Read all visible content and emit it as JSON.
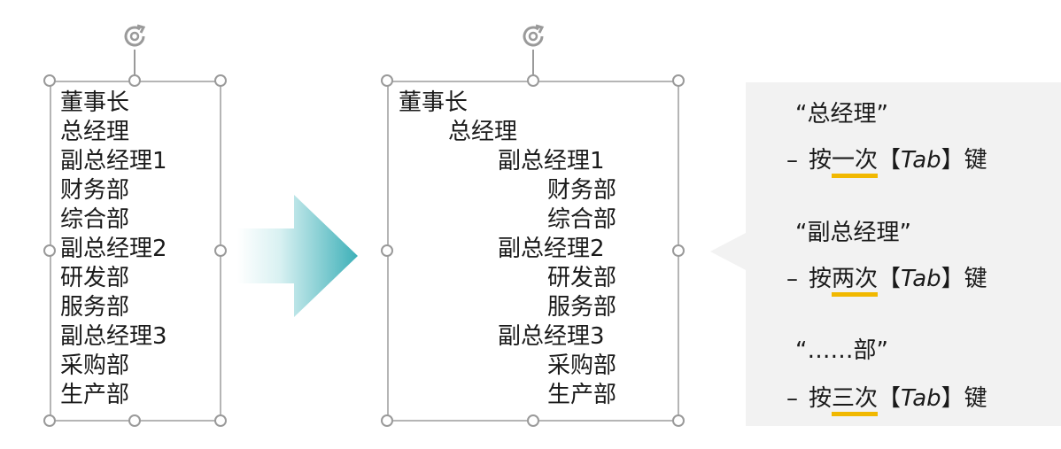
{
  "left_list": {
    "items": [
      "董事长",
      "总经理",
      "副总经理1",
      "财务部",
      "综合部",
      "副总经理2",
      "研发部",
      "服务部",
      "副总经理3",
      "采购部",
      "生产部"
    ]
  },
  "right_list": {
    "items": [
      {
        "text": "董事长",
        "level": 0
      },
      {
        "text": "总经理",
        "level": 1
      },
      {
        "text": "副总经理1",
        "level": 2
      },
      {
        "text": "财务部",
        "level": 3
      },
      {
        "text": "综合部",
        "level": 3
      },
      {
        "text": "副总经理2",
        "level": 2
      },
      {
        "text": "研发部",
        "level": 3
      },
      {
        "text": "服务部",
        "level": 3
      },
      {
        "text": "副总经理3",
        "level": 2
      },
      {
        "text": "采购部",
        "level": 3
      },
      {
        "text": "生产部",
        "level": 3
      }
    ]
  },
  "callout": {
    "rules": [
      {
        "quote": "“总经理”",
        "dash": "–",
        "press": "按",
        "count": "一次",
        "key_open": "【",
        "key": "Tab",
        "key_close": "】",
        "suffix": "键"
      },
      {
        "quote": "“副总经理”",
        "dash": "–",
        "press": "按",
        "count": "两次",
        "key_open": "【",
        "key": "Tab",
        "key_close": "】",
        "suffix": "键"
      },
      {
        "quote": "“……部”",
        "dash": "–",
        "press": "按",
        "count": "三次",
        "key_open": "【",
        "key": "Tab",
        "key_close": "】",
        "suffix": "键"
      }
    ]
  },
  "colors": {
    "arrow_light": "#e6f6f7",
    "arrow_dark": "#3db0b8",
    "highlight_underline": "#f1b800",
    "panel_bg": "#f2f2f2",
    "frame_border": "#b5b5b5"
  },
  "icons": [
    "rotate-handle-icon",
    "right-arrow-icon"
  ]
}
